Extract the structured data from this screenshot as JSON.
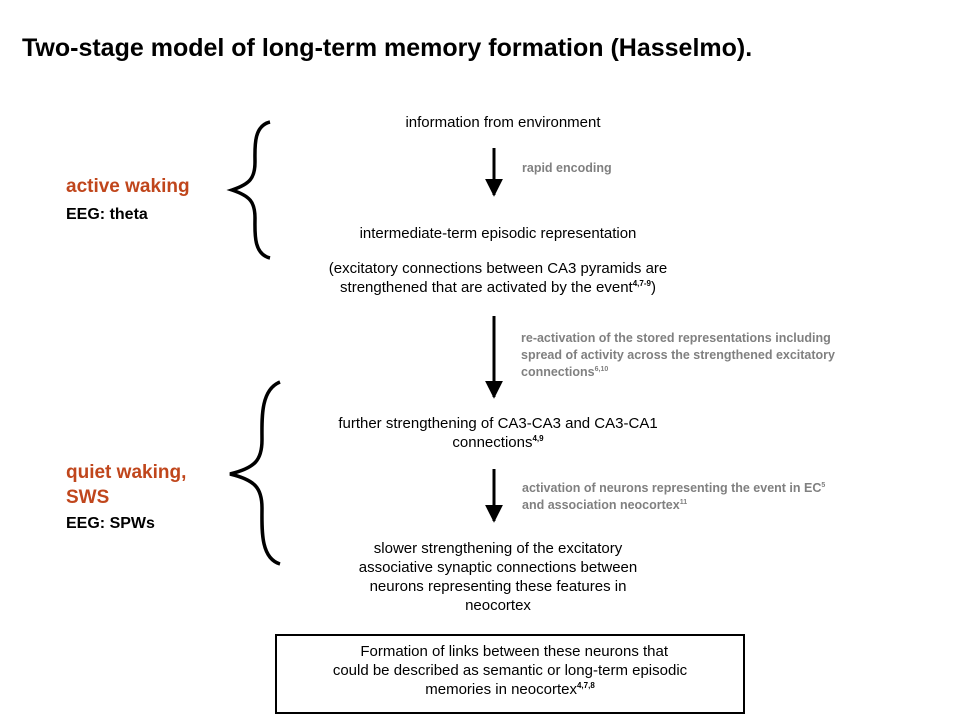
{
  "title": "Two-stage model of long-term memory formation (Hasselmo).",
  "phases": {
    "active": {
      "label": "active waking",
      "eeg": "EEG: theta",
      "color": "#c0461c"
    },
    "quiet": {
      "label_line1": "quiet waking,",
      "label_line2": "SWS",
      "eeg": "EEG: SPWs",
      "color": "#c0461c"
    }
  },
  "nodes": {
    "info": "information from environment",
    "intermediate": "intermediate-term episodic representation",
    "excitatory_line1": "(excitatory connections between CA3 pyramids are",
    "excitatory_line2": "strengthened that are activated by the event",
    "excitatory_ref": "4,7-9",
    "excitatory_close": ")",
    "further_line1": "further strengthening of CA3-CA3 and CA3-CA1",
    "further_line2": "connections",
    "further_ref": "4,9",
    "slower_line1": "slower strengthening of the excitatory",
    "slower_line2": "associative synaptic connections between",
    "slower_line3": "neurons representing these features in",
    "slower_line4": "neocortex"
  },
  "edges": {
    "rapid": "rapid encoding",
    "reactivation_line1": "re-activation of the stored representations including",
    "reactivation_line2": "spread of activity across the strengthened excitatory",
    "reactivation_line3": "connections",
    "reactivation_ref": "6,10",
    "activation_line1": "activation of neurons representing the event in EC",
    "activation_ref1": "5",
    "activation_line2": "and association neocortex",
    "activation_ref2": "11"
  },
  "conclusion": {
    "arrow": "",
    "line1": "Formation of links between these neurons that",
    "line2": "could be described as semantic or long-term episodic",
    "line3": "memories in neocortex",
    "ref": "4,7,8"
  }
}
